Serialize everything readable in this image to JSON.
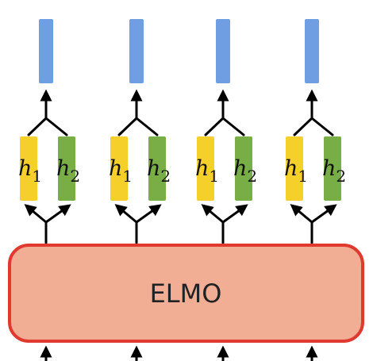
{
  "model": {
    "label": "ELMO",
    "fill_color": "#f2ad95",
    "border_color": "#e03a30"
  },
  "hidden_states": [
    {
      "name": "h",
      "subscript": "1",
      "color": "#f5cf2a"
    },
    {
      "name": "h",
      "subscript": "2",
      "color": "#78ae45"
    }
  ],
  "output_color": "#6f9fe2",
  "column_count": 4
}
